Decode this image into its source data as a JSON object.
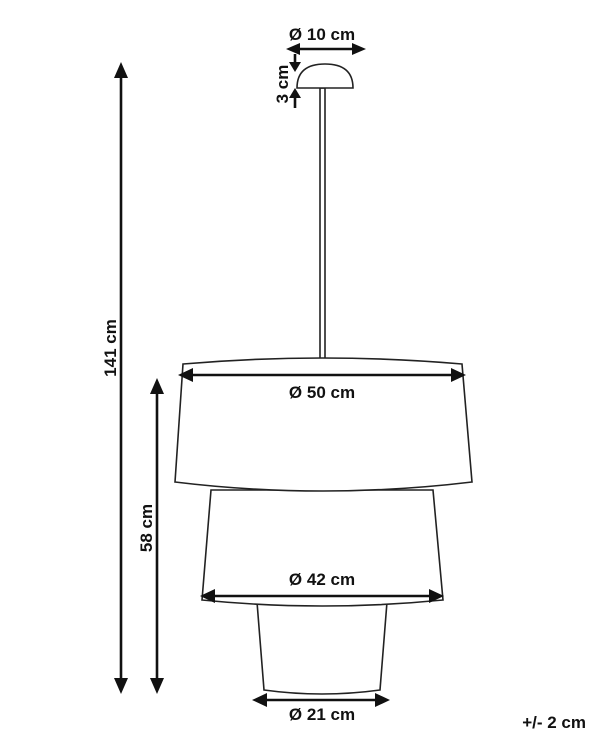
{
  "labels": {
    "canopy_diameter": "Ø 10 cm",
    "canopy_height": "3 cm",
    "total_height": "141 cm",
    "shade_height": "58 cm",
    "top_diameter": "Ø 50 cm",
    "middle_diameter": "Ø 42 cm",
    "bottom_diameter": "Ø 21 cm",
    "tolerance": "+/- 2 cm"
  }
}
